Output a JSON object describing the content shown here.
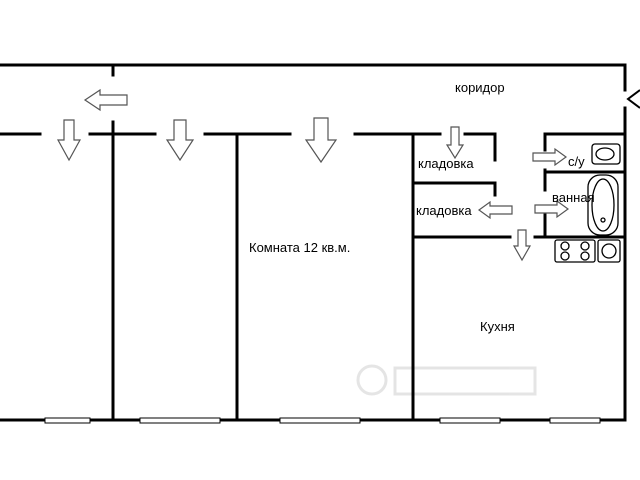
{
  "plan": {
    "labels": {
      "corridor": "коридор",
      "pantry_1": "кладовка",
      "pantry_2": "кладовка",
      "toilet": "с/у",
      "bathroom": "ванная",
      "room_12": "Комната 12 кв.м.",
      "kitchen": "Кухня"
    },
    "icons": [
      "door-arrow-icon",
      "toilet-icon",
      "bathtub-icon",
      "sink-icon",
      "stove-icon"
    ]
  }
}
